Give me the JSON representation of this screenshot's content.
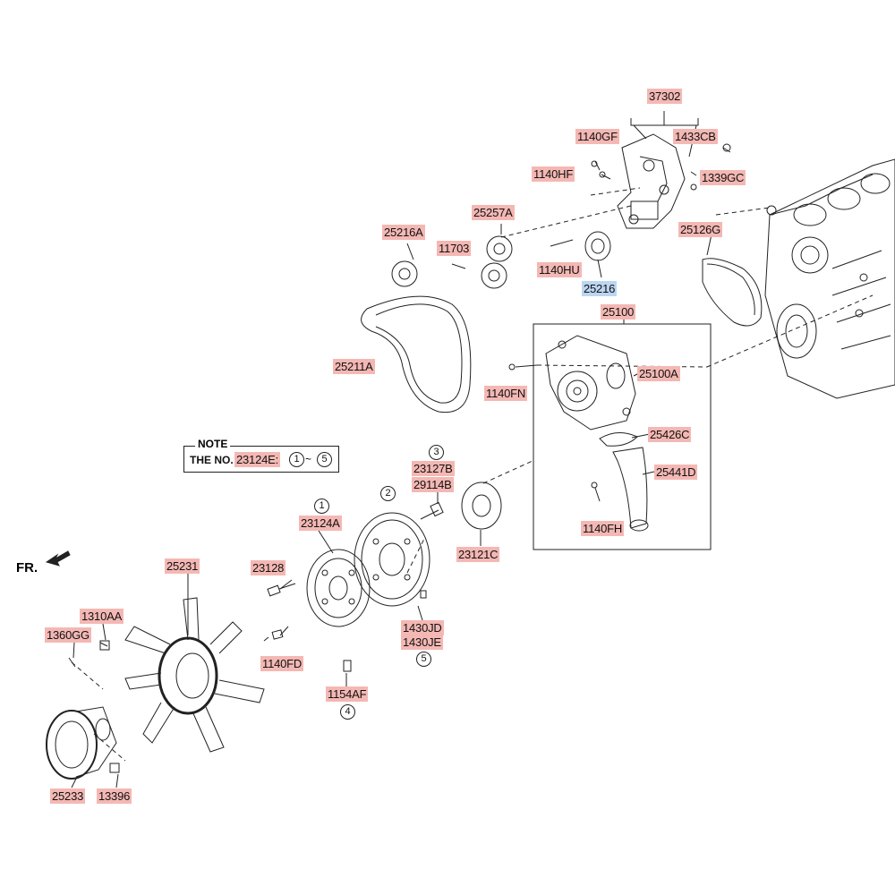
{
  "diagram": {
    "front_marker": "FR.",
    "note": {
      "title": "NOTE",
      "text": "THE NO.",
      "ref_part": "23124E:",
      "range_start": "1",
      "range_sep": "~",
      "range_end": "5"
    },
    "labels": {
      "p37302": "37302",
      "p1140GF": "1140GF",
      "p1433CB": "1433CB",
      "p1140HF": "1140HF",
      "p1339GC": "1339GC",
      "p25257A": "25257A",
      "p25216A": "25216A",
      "p11703": "11703",
      "p25126G": "25126G",
      "p1140HU": "1140HU",
      "p25216": "25216",
      "p25100": "25100",
      "p25211A": "25211A",
      "p25100A": "25100A",
      "p1140FN": "1140FN",
      "p25426C": "25426C",
      "p25441D": "25441D",
      "p23127B": "23127B",
      "p29114B": "29114B",
      "p23124A": "23124A",
      "p23121C": "23121C",
      "p1140FH": "1140FH",
      "p25231": "25231",
      "p23128": "23128",
      "p1310AA": "1310AA",
      "p1360GG": "1360GG",
      "p1140FD": "1140FD",
      "p1430JD": "1430JD",
      "p1430JE": "1430JE",
      "p1154AF": "1154AF",
      "p25233": "25233",
      "p13396": "13396"
    },
    "callouts": {
      "c1": "1",
      "c2": "2",
      "c3": "3",
      "c4": "4",
      "c5": "5"
    },
    "highlight_color": "#f4b8b4",
    "selected_color": "#bcd6f2"
  }
}
